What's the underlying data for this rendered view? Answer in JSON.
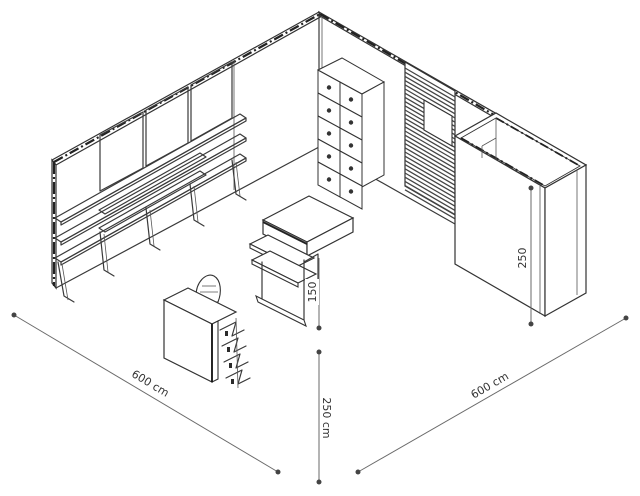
{
  "dimensions": {
    "left_width": "600 cm",
    "right_width": "600 cm",
    "height": "250 cm",
    "counter_height": "150",
    "cabin_height": "250"
  }
}
